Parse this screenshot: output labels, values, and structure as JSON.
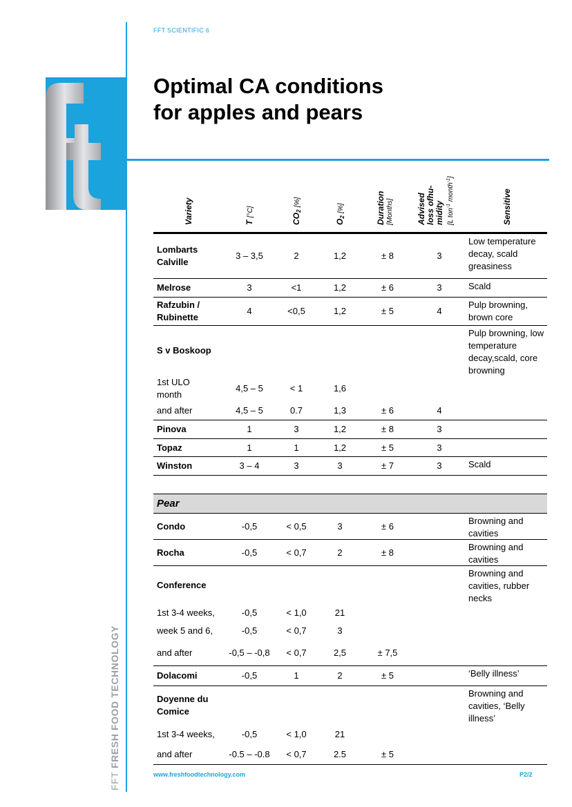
{
  "header": {
    "label": "FFT SCIENTIFIC 6"
  },
  "title": {
    "line1": "Optimal CA conditions",
    "line2": "for apples and pears"
  },
  "columns": {
    "variety": "Variety",
    "temp": {
      "main": "T",
      "unit": "[°C]"
    },
    "co2": {
      "main": "CO",
      "sub": "2",
      "unit": "[%]"
    },
    "o2": {
      "main": "O",
      "sub": "2",
      "unit": "[%]"
    },
    "duration": {
      "main": "Duration",
      "unit": "[Months]"
    },
    "loss": {
      "line1": "Advised",
      "line2": "loss ofhu-",
      "line3": "midity",
      "unit_a": "[L ton",
      "unit_sup1": "-1",
      "unit_b": " month",
      "unit_sup2": "-1",
      "unit_c": "]"
    },
    "sensitive": "Sensitive"
  },
  "rows": [
    {
      "variety": "Lombarts\nCalville",
      "temp": "3 – 3,5",
      "co2": "2",
      "o2": "1,2",
      "duration": "± 8",
      "loss": "3",
      "sensitive": "Low temperature decay, scald greasiness",
      "h": 64,
      "bold": true
    },
    {
      "variety": "Melrose",
      "temp": "3",
      "co2": "<1",
      "o2": "1,2",
      "duration": "± 6",
      "loss": "3",
      "sensitive": "Scald",
      "h": 26,
      "bold": true
    },
    {
      "variety": "Rafzubin /\nRubinette",
      "temp": "4",
      "co2": "<0,5",
      "o2": "1,2",
      "duration": "± 5",
      "loss": "4",
      "sensitive": "Pulp browning, brown core",
      "h": 40,
      "bold": true
    },
    {
      "variety": "S v Boskoop",
      "temp": "",
      "co2": "",
      "o2": "",
      "duration": "",
      "loss": "",
      "sensitive": "Pulp browning, low temperature decay,scald, core browning",
      "h": 72,
      "bold": true,
      "noline": true
    },
    {
      "variety": "1st ULO\nmonth",
      "temp": "4,5 – 5",
      "co2": "< 1",
      "o2": "1,6",
      "duration": "",
      "loss": "",
      "sensitive": "",
      "h": 38,
      "noline": true
    },
    {
      "variety": "and after",
      "temp": "4,5 – 5",
      "co2": "0.7",
      "o2": "1,3",
      "duration": "± 6",
      "loss": "4",
      "sensitive": "",
      "h": 26
    },
    {
      "variety": "Pinova",
      "temp": "1",
      "co2": "3",
      "o2": "1,2",
      "duration": "± 8",
      "loss": "3",
      "sensitive": "",
      "h": 26,
      "bold": true
    },
    {
      "variety": "Topaz",
      "temp": "1",
      "co2": "1",
      "o2": "1,2",
      "duration": "± 5",
      "loss": "3",
      "sensitive": "",
      "h": 25,
      "bold": true
    },
    {
      "variety": "Winston",
      "temp": "3 – 4",
      "co2": "3",
      "o2": "3",
      "duration": "± 7",
      "loss": "3",
      "sensitive": "Scald",
      "h": 26,
      "bold": true
    }
  ],
  "section": {
    "label": "Pear"
  },
  "pear_rows": [
    {
      "variety": "Condo",
      "temp": "-0,5",
      "co2": "< 0,5",
      "o2": "3",
      "duration": "± 6",
      "loss": "",
      "sensitive": "Browning and cavities",
      "h": 37,
      "bold": true
    },
    {
      "variety": "Rocha",
      "temp": "-0,5",
      "co2": "< 0,7",
      "o2": "2",
      "duration": "± 8",
      "loss": "",
      "sensitive": "Browning and cavities",
      "h": 37,
      "bold": true
    },
    {
      "variety": "Conference",
      "temp": "",
      "co2": "",
      "o2": "",
      "duration": "",
      "loss": "",
      "sensitive": "Browning and cavities, rubber necks",
      "h": 55,
      "bold": true,
      "noline": true
    },
    {
      "variety": "1st 3-4 weeks,",
      "temp": "-0,5",
      "co2": "< 1,0",
      "o2": "21",
      "duration": "",
      "loss": "",
      "sensitive": "",
      "h": 26,
      "noline": true
    },
    {
      "variety": "week 5 and 6,",
      "temp": "-0,5",
      "co2": "< 0,7",
      "o2": "3",
      "duration": "",
      "loss": "",
      "sensitive": "",
      "h": 26,
      "noline": true
    },
    {
      "variety": "and after",
      "temp": "-0,5 – -0,8",
      "co2": "< 0,7",
      "o2": "2,5",
      "duration": "± 7,5",
      "loss": "",
      "sensitive": "",
      "h": 37
    },
    {
      "variety": "Dolacomi",
      "temp": "-0,5",
      "co2": "1",
      "o2": "2",
      "duration": "± 5",
      "loss": "",
      "sensitive": "‘Belly illness’",
      "h": 28,
      "bold": true
    },
    {
      "variety": "Doyenne du\nComice",
      "temp": "",
      "co2": "",
      "o2": "",
      "duration": "",
      "loss": "",
      "sensitive": "Browning and cavities, ‘Belly illness’",
      "h": 56,
      "bold": true,
      "noline": true
    },
    {
      "variety": "1st 3-4 weeks,",
      "temp": "-0,5",
      "co2": "< 1,0",
      "o2": "21",
      "duration": "",
      "loss": "",
      "sensitive": "",
      "h": 28,
      "noline": true
    },
    {
      "variety": "and after",
      "temp": "-0.5 – -0.8",
      "co2": "< 0,7",
      "o2": "2.5",
      "duration": "± 5",
      "loss": "",
      "sensitive": "",
      "h": 29
    }
  ],
  "side_brand": {
    "part1": "FFT",
    "part2": " FRESH FOOD TECHNOLOGY"
  },
  "footer": {
    "url": "www.freshfoodtechnology.com",
    "page": "P2/2"
  },
  "colors": {
    "accent": "#1aa3dd",
    "section_bg": "#d9d9d9",
    "logo_grey": "#b0b3b8"
  },
  "logo": {
    "icon": "fft-logo-icon"
  }
}
